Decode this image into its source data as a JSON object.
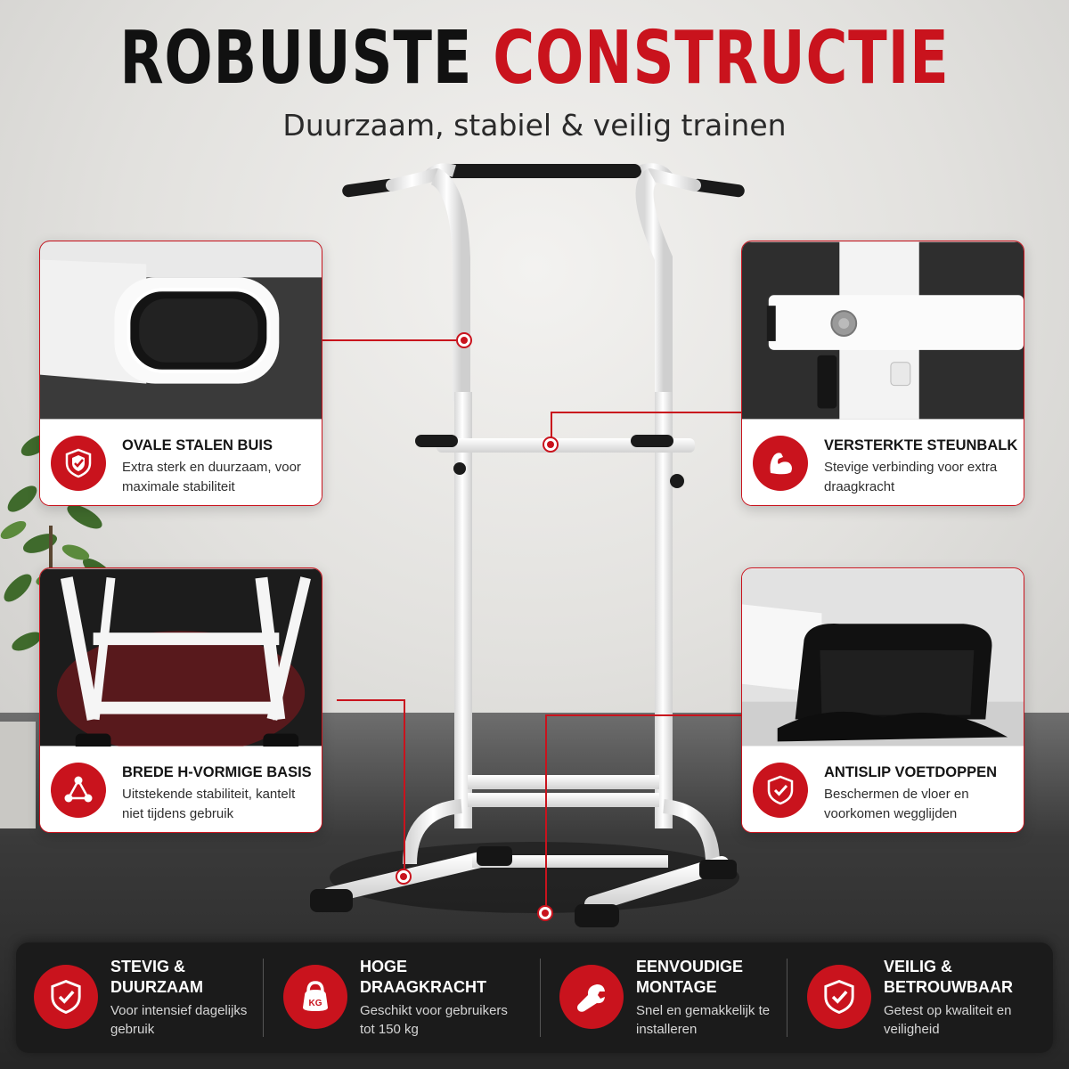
{
  "header": {
    "title_part1": "ROBUUSTE",
    "title_part2": "CONSTRUCTIE",
    "subtitle": "Duurzaam, stabiel & veilig trainen"
  },
  "callouts": [
    {
      "heading": "OVALE STALEN BUIS",
      "description": "Extra sterk en duurzaam, voor maximale stabiliteit",
      "icon": "shield-icon"
    },
    {
      "heading": "VERSTERKTE STEUNBALK",
      "description": "Stevige verbinding voor extra draagkracht",
      "icon": "bicep-icon"
    },
    {
      "heading": "BREDE H-VORMIGE BASIS",
      "description": "Uitstekende stabiliteit, kantelt niet tijdens gebruik",
      "icon": "triangle-nodes-icon"
    },
    {
      "heading": "ANTISLIP VOETDOPPEN",
      "description": "Beschermen de vloer en voorkomen wegglijden",
      "icon": "shield-check-icon"
    }
  ],
  "features": [
    {
      "title": "STEVIG & DUURZAAM",
      "description": "Voor intensief dagelijks gebruik",
      "icon": "shield-check-icon"
    },
    {
      "title": "HOGE DRAAGKRACHT",
      "description": "Geschikt voor gebruikers tot 150 kg",
      "icon": "kettlebell-icon",
      "icon_label": "KG"
    },
    {
      "title": "EENVOUDIGE MONTAGE",
      "description": "Snel en gemakkelijk te installeren",
      "icon": "wrench-icon"
    },
    {
      "title": "VEILIG & BETROUWBAAR",
      "description": "Getest op kwaliteit en veiligheid",
      "icon": "shield-check-icon"
    }
  ],
  "colors": {
    "accent": "#c9131d",
    "dark": "#1b1b1b",
    "frame": "#f4f4f4"
  }
}
